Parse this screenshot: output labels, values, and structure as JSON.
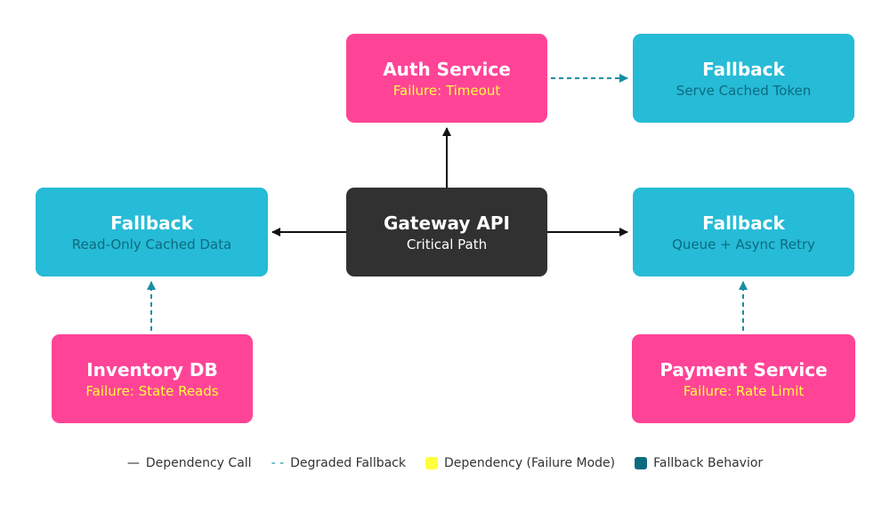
{
  "nodes": {
    "auth": {
      "title": "Auth Service",
      "subtitle": "Failure: Timeout"
    },
    "auth_fallback": {
      "title": "Fallback",
      "subtitle": "Serve Cached Token"
    },
    "gateway": {
      "title": "Gateway API",
      "subtitle": "Critical Path"
    },
    "inventory_fallback": {
      "title": "Fallback",
      "subtitle": "Read-Only Cached Data"
    },
    "payment_fallback": {
      "title": "Fallback",
      "subtitle": "Queue + Async Retry"
    },
    "inventory": {
      "title": "Inventory DB",
      "subtitle": "Failure: State Reads"
    },
    "payment": {
      "title": "Payment Service",
      "subtitle": "Failure: Rate Limit"
    }
  },
  "edges": [
    {
      "from": "gateway",
      "to": "auth",
      "style": "solid"
    },
    {
      "from": "gateway",
      "to": "inventory_fallback",
      "style": "solid"
    },
    {
      "from": "gateway",
      "to": "payment_fallback",
      "style": "solid"
    },
    {
      "from": "auth",
      "to": "auth_fallback",
      "style": "dashed"
    },
    {
      "from": "inventory",
      "to": "inventory_fallback",
      "style": "dashed"
    },
    {
      "from": "payment",
      "to": "payment_fallback",
      "style": "dashed"
    }
  ],
  "legend": {
    "items": [
      {
        "symbol": "—",
        "label": "Dependency Call"
      },
      {
        "symbol": "- -",
        "label": "Degraded Fallback"
      },
      {
        "label": "Dependency (Failure Mode)",
        "color": "#ffff3c"
      },
      {
        "label": "Fallback Behavior",
        "color": "#0c6b80"
      }
    ]
  },
  "colors": {
    "failure_node": "#ff4497",
    "fallback_node": "#26bbd6",
    "gateway_node": "#313131",
    "failure_text": "#ffff3c",
    "fallback_text": "#0c6b80",
    "dependency_line": "#111111",
    "fallback_line": "#168ea4"
  }
}
